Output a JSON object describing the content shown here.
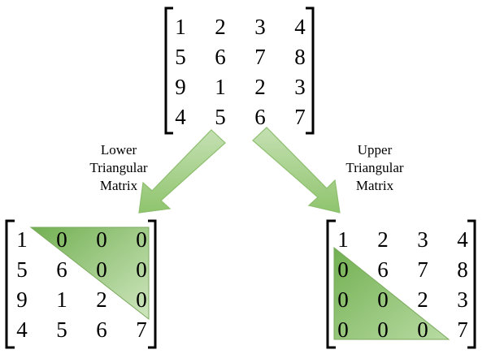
{
  "source_matrix": [
    [
      "1",
      "2",
      "3",
      "4"
    ],
    [
      "5",
      "6",
      "7",
      "8"
    ],
    [
      "9",
      "1",
      "2",
      "3"
    ],
    [
      "4",
      "5",
      "6",
      "7"
    ]
  ],
  "lower_matrix": [
    [
      "1",
      "0",
      "0",
      "0"
    ],
    [
      "5",
      "6",
      "0",
      "0"
    ],
    [
      "9",
      "1",
      "2",
      "0"
    ],
    [
      "4",
      "5",
      "6",
      "7"
    ]
  ],
  "upper_matrix": [
    [
      "1",
      "2",
      "3",
      "4"
    ],
    [
      "0",
      "6",
      "7",
      "8"
    ],
    [
      "0",
      "0",
      "2",
      "3"
    ],
    [
      "0",
      "0",
      "0",
      "7"
    ]
  ],
  "labels": {
    "lower": [
      "Lower",
      "Triangular",
      "Matrix"
    ],
    "upper": [
      "Upper",
      "Triangular",
      "Matrix"
    ]
  },
  "colors": {
    "triangle_light": "#c6e0b4",
    "triangle_dark": "#7fb85e",
    "arrow_fill": "#a9d18e",
    "arrow_stroke": "#8cbf6e"
  }
}
